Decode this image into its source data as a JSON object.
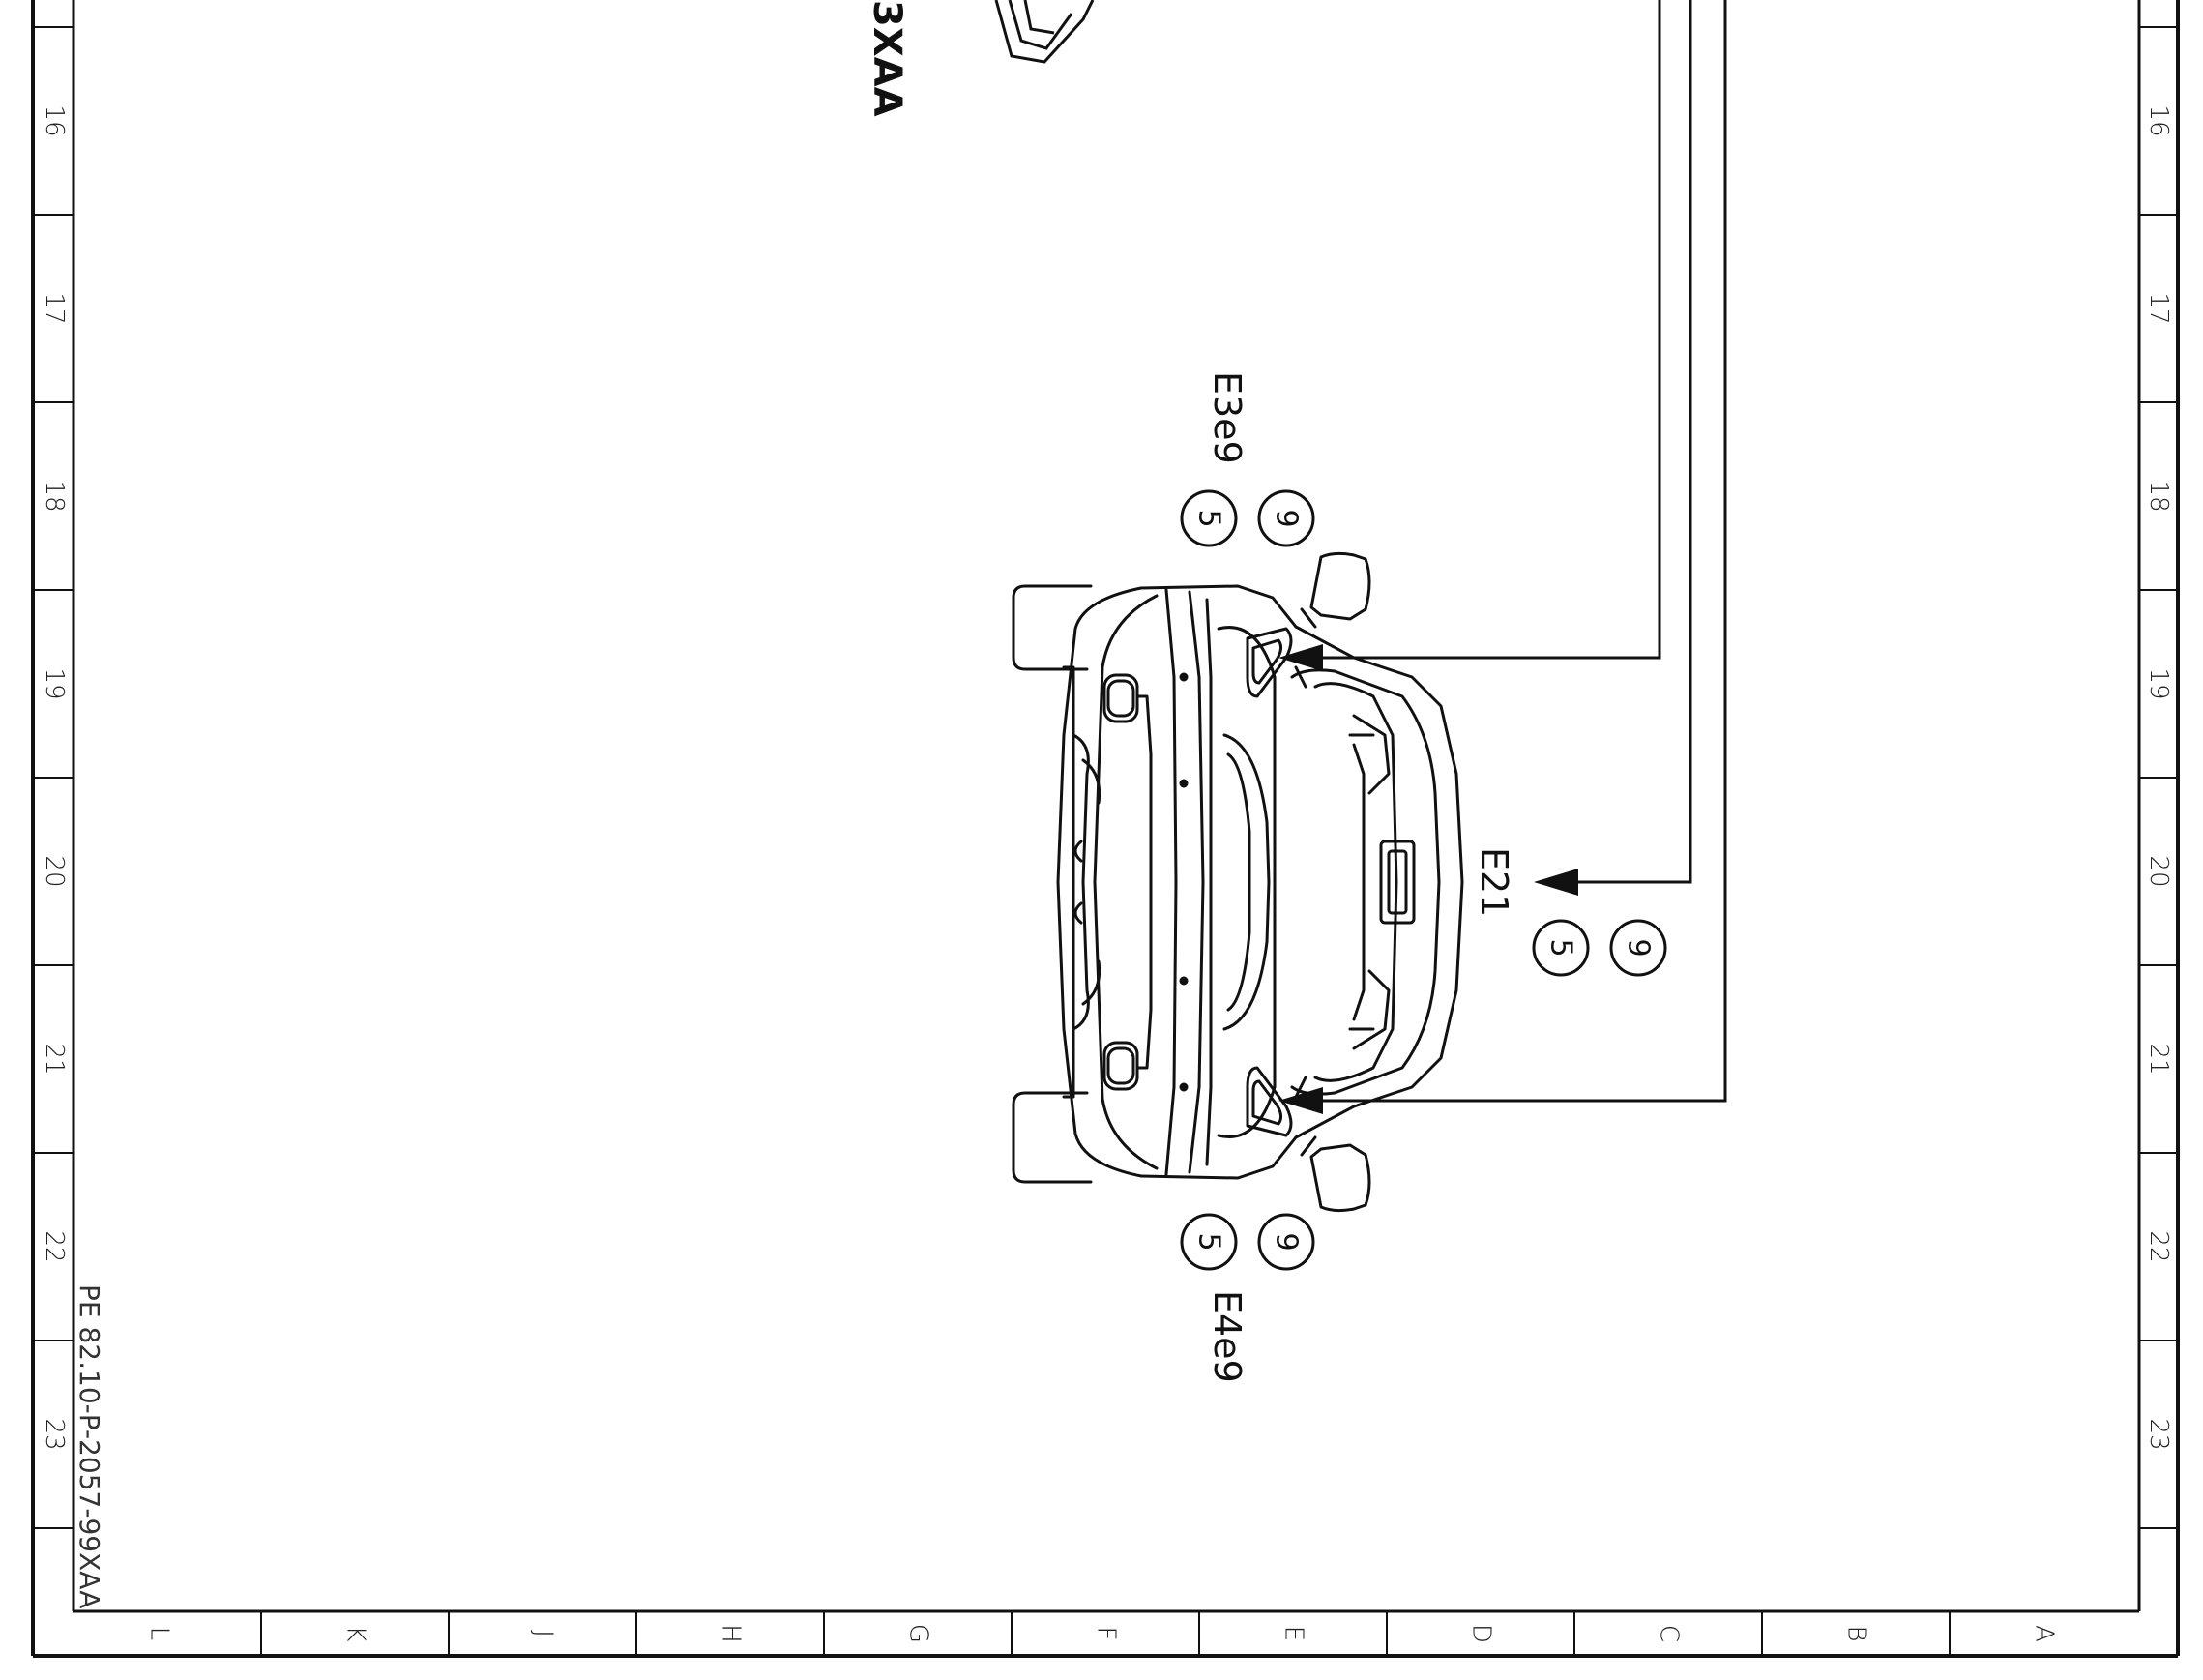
{
  "diagram": {
    "drawing_ref": "PE 82.10-P-2057-99XAA",
    "partial_label": "3XAA",
    "grid_rows": [
      "16",
      "17",
      "18",
      "19",
      "20",
      "21",
      "22",
      "23"
    ],
    "grid_cols": [
      "L",
      "K",
      "J",
      "H",
      "G",
      "F",
      "E",
      "D",
      "C",
      "B",
      "A"
    ],
    "callouts": [
      {
        "id": "E3e9",
        "label": "E3e9",
        "badges": [
          "9",
          "5"
        ]
      },
      {
        "id": "E21",
        "label": "E21",
        "badges": [
          "9",
          "5"
        ]
      },
      {
        "id": "E4e9",
        "label": "E4e9",
        "badges": [
          "9",
          "5"
        ]
      }
    ],
    "colors": {
      "line": "#111111",
      "background": "#ffffff"
    }
  }
}
